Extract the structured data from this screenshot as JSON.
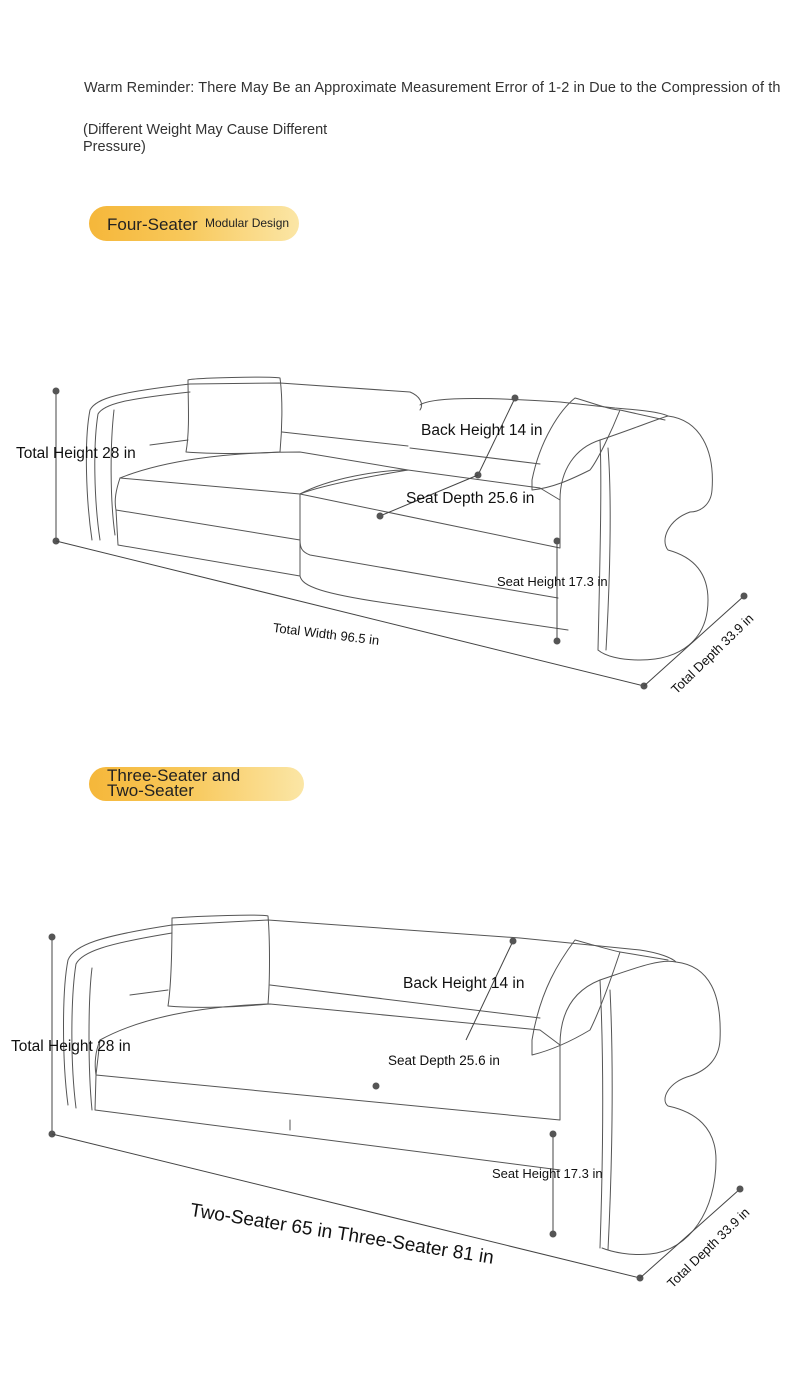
{
  "header": {
    "reminder": "Warm Reminder: There May Be an Approximate Measurement Error of 1-2 in Due to the Compression of th",
    "note": "(Different Weight May Cause Different Pressure)"
  },
  "section_four_seater": {
    "title": "Four-Seater",
    "subtitle": "Modular Design",
    "labels": {
      "total_height": "Total Height 28 in",
      "back_height": "Back Height 14 in",
      "seat_depth": "Seat Depth 25.6 in",
      "seat_height": "Seat Height 17.3 in",
      "total_width": "Total Width 96.5 in",
      "total_depth": "Total Depth 33.9 in"
    }
  },
  "section_three_two_seater": {
    "title": "Three-Seater and Two-Seater",
    "labels": {
      "total_height": "Total Height 28 in",
      "back_height": "Back Height 14 in",
      "seat_depth": "Seat Depth 25.6 in",
      "seat_height": "Seat Height 17.3 in",
      "total_width": "Two-Seater 65 in Three-Seater 81 in",
      "total_depth": "Total Depth 33.9 in"
    }
  },
  "colors": {
    "accent": "#f5b73a",
    "line": "#444444",
    "sketch": "#555555"
  }
}
